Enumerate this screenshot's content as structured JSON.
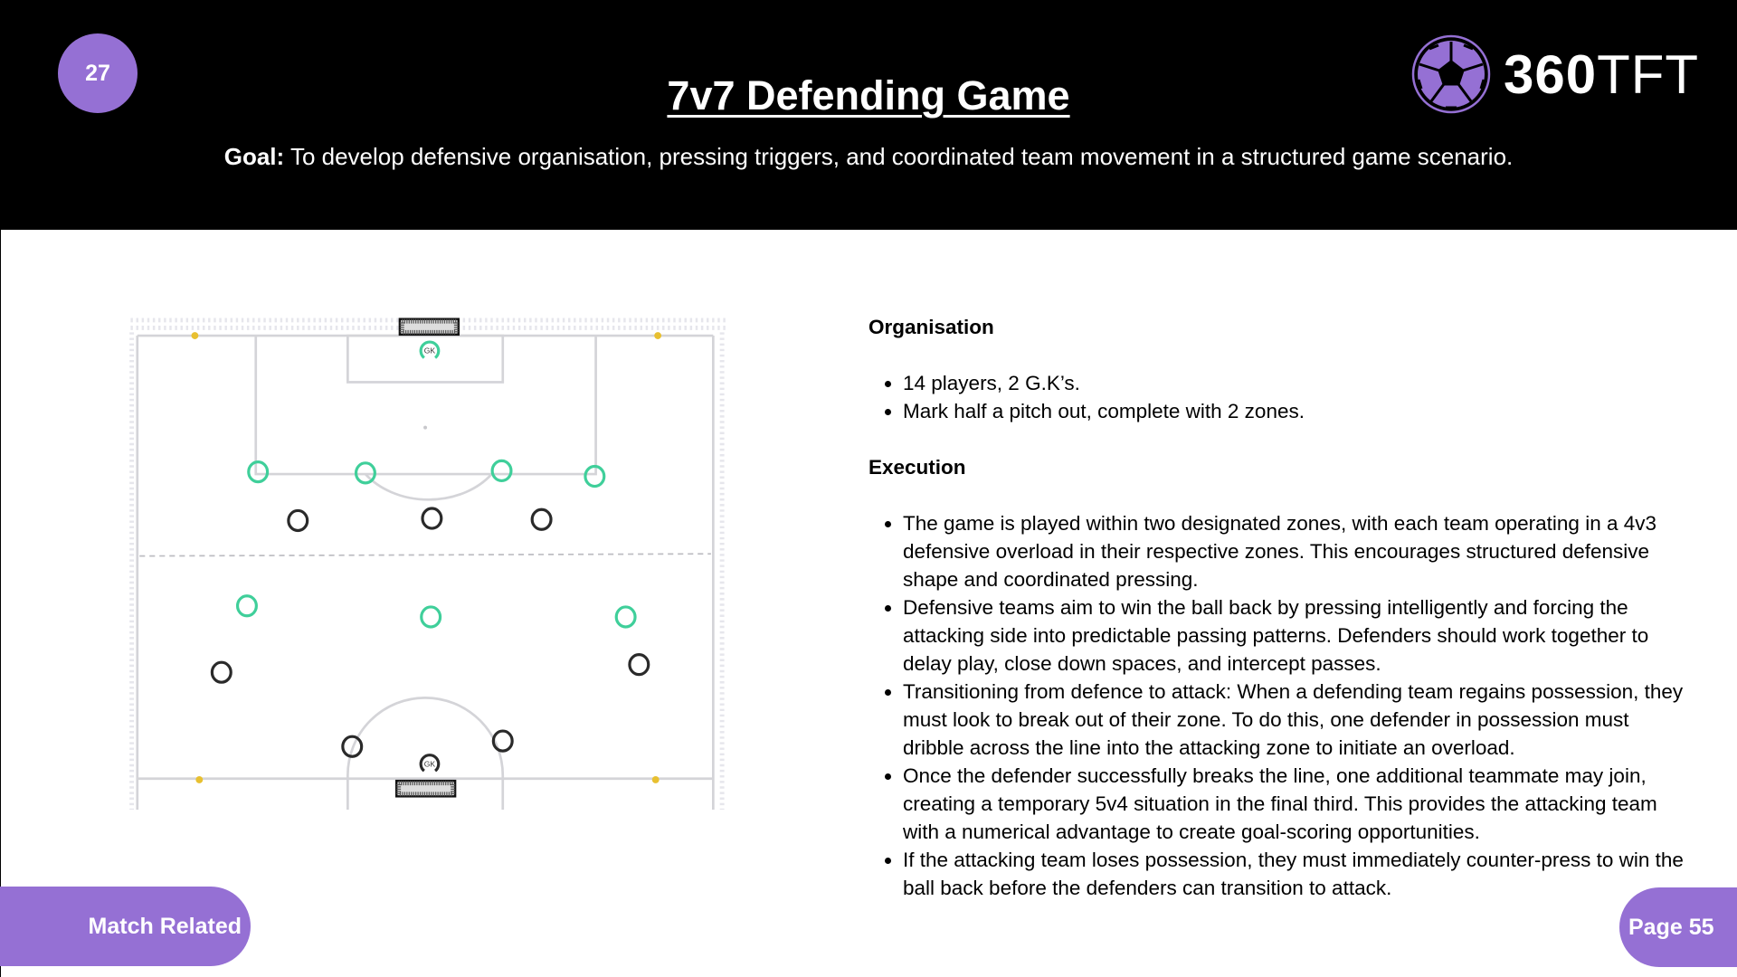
{
  "header": {
    "badge_number": "27",
    "title": "7v7 Defending Game",
    "goal_label": "Goal:",
    "goal_text": " To develop defensive organisation, pressing triggers, and coordinated team movement in a structured game scenario.",
    "logo": {
      "bold": "360",
      "light": "TFT"
    }
  },
  "diagram": {
    "gk_label": "GK",
    "colors": {
      "team_a": "#3fcf9a",
      "team_b": "#2a2a2a",
      "cones": "#e8c030",
      "lines": "#d4d4d8"
    }
  },
  "organisation": {
    "heading": "Organisation",
    "items": [
      "14 players, 2 G.K’s.",
      "Mark half a pitch out, complete with 2 zones."
    ]
  },
  "execution": {
    "heading": "Execution",
    "items": [
      "The game is played within two designated zones, with each team operating in a 4v3 defensive overload in their respective zones. This encourages structured defensive shape and coordinated pressing.",
      "Defensive teams aim to win the ball back by pressing intelligently and forcing the attacking side into predictable passing patterns. Defenders should work together to delay play, close down spaces, and intercept passes.",
      "Transitioning from defence to attack: When a defending team regains possession, they must look to break out of their zone. To do this, one defender in possession must dribble across the line into the attacking zone to initiate an overload.",
      "Once the defender successfully breaks the line, one additional teammate may join, creating a temporary 5v4 situation in the final third. This provides the attacking team with a numerical advantage to create goal-scoring opportunities.",
      "If the attacking team loses possession, they must immediately counter-press to win the ball back before the defenders can transition to attack."
    ]
  },
  "footer": {
    "category": "Match Related",
    "page": "Page 55"
  },
  "theme": {
    "accent": "#9570d4",
    "header_bg": "#000000"
  }
}
